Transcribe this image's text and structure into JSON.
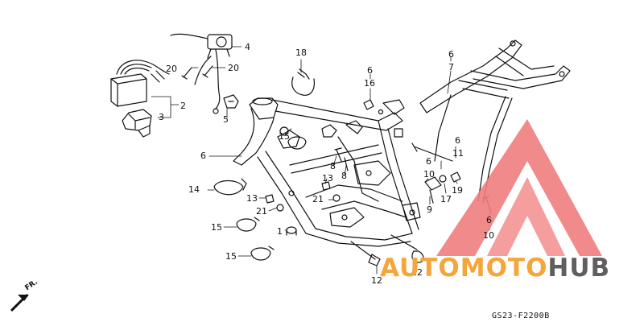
{
  "callouts": [
    "1",
    "2",
    "3",
    "4",
    "5",
    "6",
    "7",
    "8",
    "9",
    "10",
    "11",
    "12",
    "13",
    "14",
    "15",
    "16",
    "17",
    "18",
    "19",
    "20",
    "21"
  ],
  "labels": {
    "l4": "4",
    "l20a": "20",
    "l20b": "20",
    "l2": "2",
    "l3": "3",
    "l5": "5",
    "l6a": "6",
    "l18": "18",
    "l6b": "6",
    "l16": "16",
    "l6c": "6",
    "l7": "7",
    "l15a": "15",
    "l6d": "6",
    "l11": "11",
    "l6e": "6",
    "l8a": "8",
    "l8b": "8",
    "l14": "14",
    "l13a": "13",
    "l10a": "10",
    "l19": "19",
    "l13b": "13",
    "l21a": "21",
    "l21b": "21",
    "l17": "17",
    "l9": "9",
    "l6f": "6",
    "l15b": "15",
    "l1": "1",
    "l10b": "10",
    "l15c": "15",
    "l12a": "12",
    "l12b": "12"
  },
  "direction_label": "FR.",
  "diagram_code": "GS23-F2200B",
  "watermark": {
    "part1": "AUTO",
    "part2": "MOTO",
    "part3": "HUB"
  },
  "colors": {
    "line": "#111111",
    "watermark_red": "#f07d7d",
    "watermark_orange": "#f4a63a",
    "watermark_gray": "#5f5f5f"
  }
}
